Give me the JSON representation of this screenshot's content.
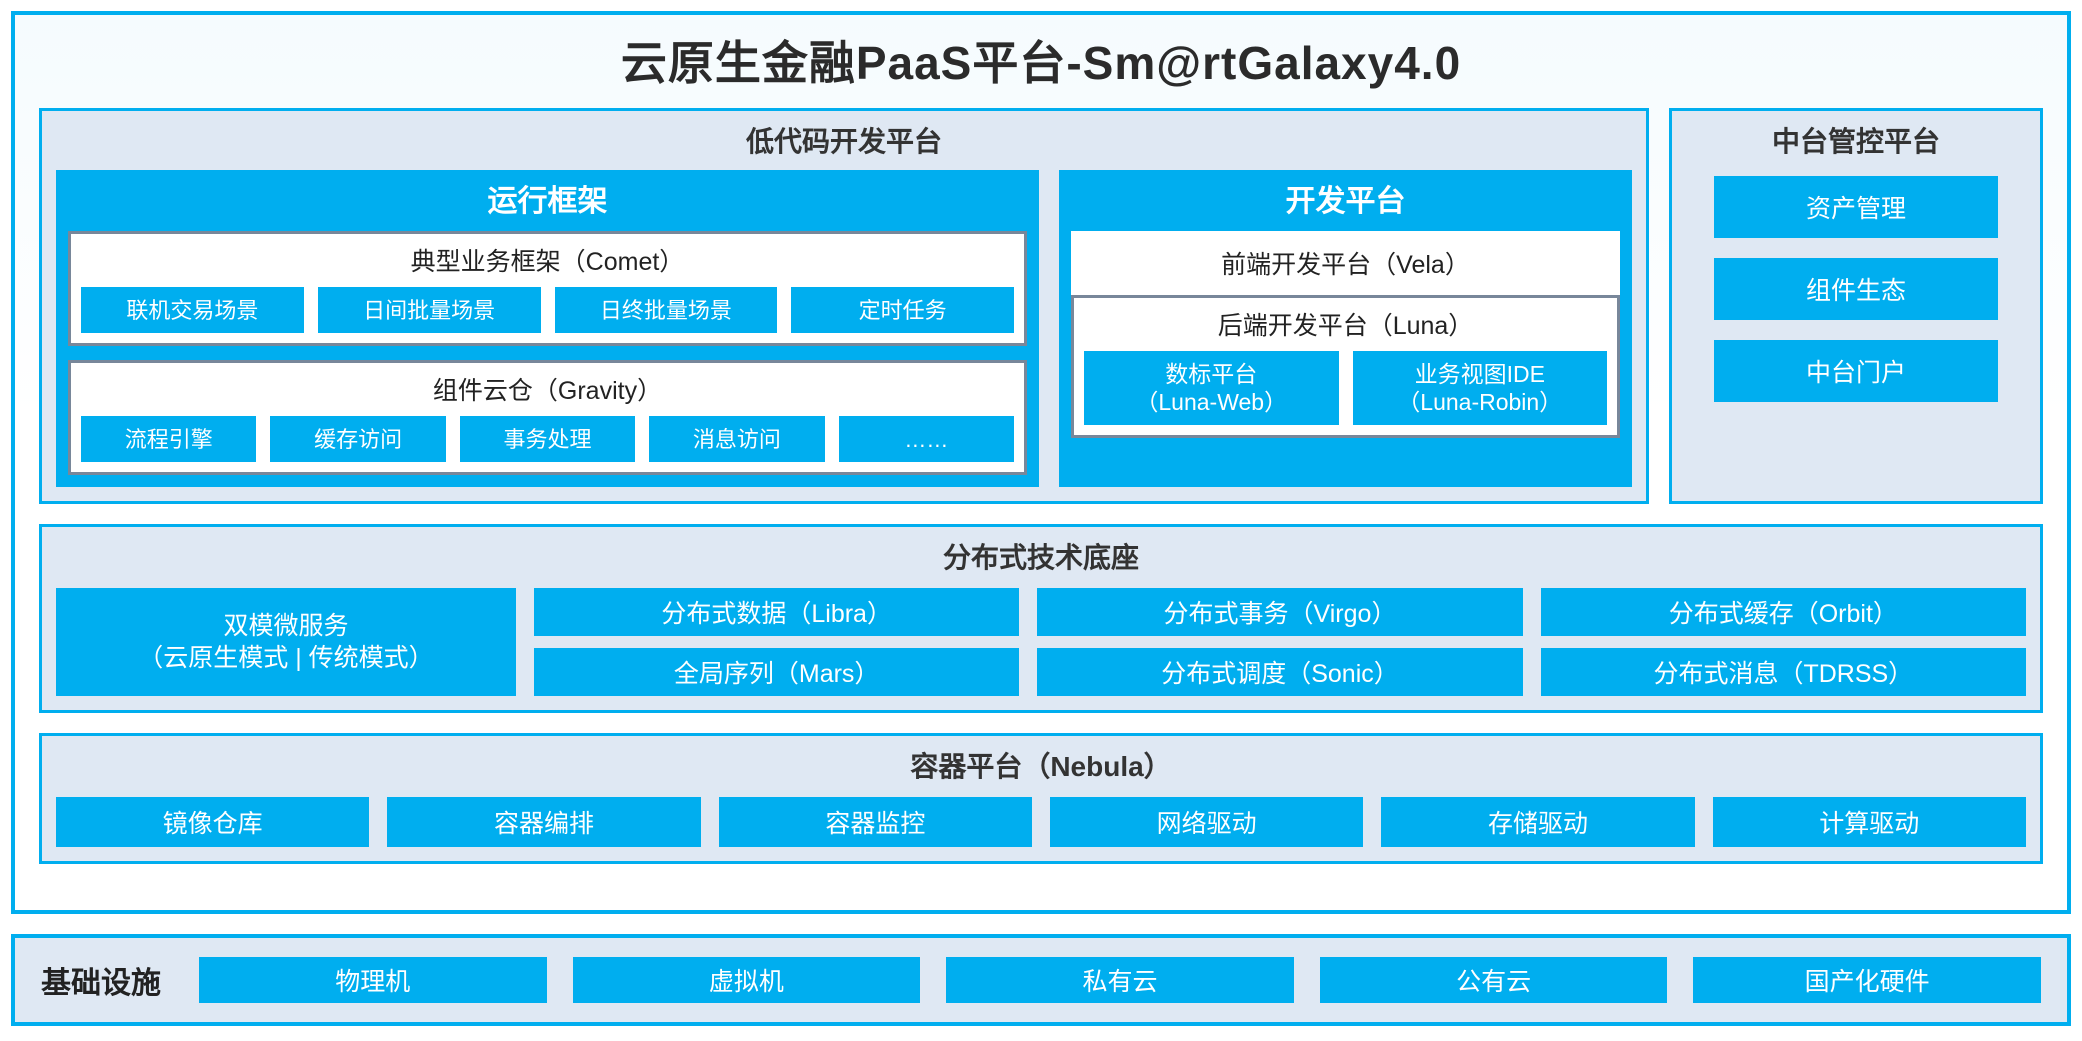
{
  "title": "云原生金融PaaS平台-Sm@rtGalaxy4.0",
  "colors": {
    "accent_blue": "#00AEEF",
    "panel_bg": "#DFE8F3",
    "group_border_gray": "#78879A",
    "text_dark": "#222222"
  },
  "lowcode": {
    "title": "低代码开发平台",
    "runtime": {
      "title": "运行框架",
      "comet": {
        "title": "典型业务框架（Comet）",
        "items": [
          "联机交易场景",
          "日间批量场景",
          "日终批量场景",
          "定时任务"
        ]
      },
      "gravity": {
        "title": "组件云仓（Gravity）",
        "items": [
          "流程引擎",
          "缓存访问",
          "事务处理",
          "消息访问",
          "……"
        ]
      }
    },
    "devplat": {
      "title": "开发平台",
      "frontend": "前端开发平台（Vela）",
      "backend": {
        "title": "后端开发平台（Luna）",
        "items": [
          {
            "name": "数标平台",
            "code": "（Luna-Web）"
          },
          {
            "name": "业务视图IDE",
            "code": "（Luna-Robin）"
          }
        ]
      }
    }
  },
  "mgmt": {
    "title": "中台管控平台",
    "items": [
      "资产管理",
      "组件生态",
      "中台门户"
    ]
  },
  "distributed": {
    "title": "分布式技术底座",
    "microservice": {
      "line1": "双模微服务",
      "line2": "（云原生模式 | 传统模式）"
    },
    "col1": [
      "分布式数据（Libra）",
      "全局序列（Mars）"
    ],
    "col2": [
      "分布式事务（Virgo）",
      "分布式调度（Sonic）"
    ],
    "col3": [
      "分布式缓存（Orbit）",
      "分布式消息（TDRSS）"
    ]
  },
  "container": {
    "title": "容器平台（Nebula）",
    "items": [
      "镜像仓库",
      "容器编排",
      "容器监控",
      "网络驱动",
      "存储驱动",
      "计算驱动"
    ]
  },
  "infrastructure": {
    "label": "基础设施",
    "items": [
      "物理机",
      "虚拟机",
      "私有云",
      "公有云",
      "国产化硬件"
    ]
  }
}
